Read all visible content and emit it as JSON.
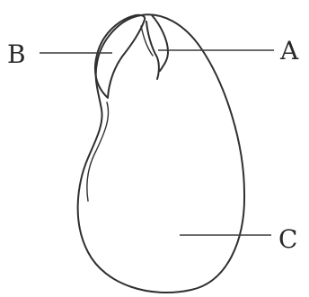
{
  "labels": {
    "a": "A",
    "b": "B",
    "c": "C"
  },
  "colors": {
    "ink": "#2f2f2f",
    "background": "#ffffff"
  }
}
